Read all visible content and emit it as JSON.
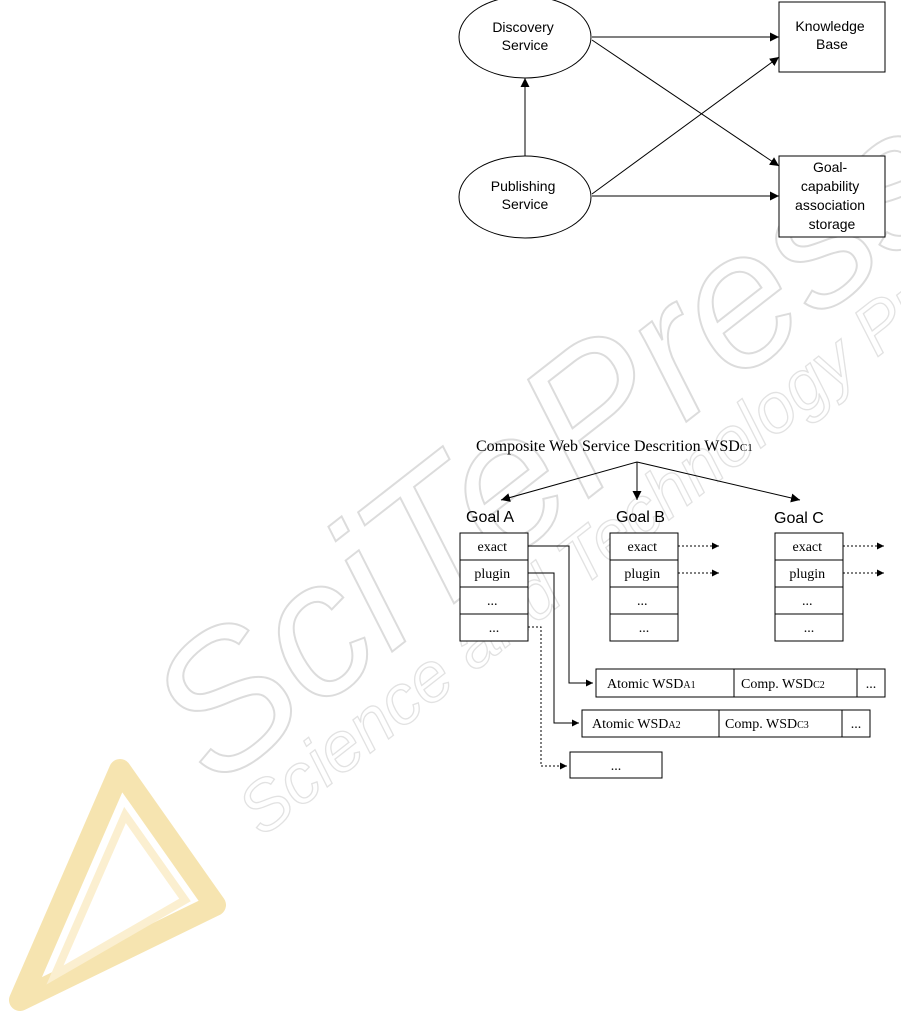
{
  "watermark": {
    "logo_text": "SciTePress",
    "tagline": "Science and Technology Publications"
  },
  "figure1": {
    "nodes": {
      "discovery_service": [
        "Discovery",
        "Service"
      ],
      "publishing_service": [
        "Publishing",
        "Service"
      ],
      "knowledge_base": [
        "Knowledge",
        "Base"
      ],
      "goal_capability_storage": [
        "Goal-",
        "capability",
        "association",
        "storage"
      ]
    }
  },
  "figure2": {
    "title_main": "Composite Web Service Descrition WSD",
    "title_sub": "C1",
    "goals": [
      {
        "label": "Goal A",
        "rows": [
          "exact",
          "plugin",
          "...",
          "..."
        ]
      },
      {
        "label": "Goal B",
        "rows": [
          "exact",
          "plugin",
          "...",
          "..."
        ]
      },
      {
        "label": "Goal C",
        "rows": [
          "exact",
          "plugin",
          "...",
          "..."
        ]
      }
    ],
    "lists": [
      {
        "atomic": "Atomic WSD",
        "atomic_sub": "A1",
        "comp": "Comp. WSD",
        "comp_sub": "C2",
        "more": "..."
      },
      {
        "atomic": "Atomic WSD",
        "atomic_sub": "A2",
        "comp": "Comp. WSD",
        "comp_sub": "C3",
        "more": "..."
      }
    ],
    "extra_list": "..."
  },
  "colors": {
    "stroke": "#000000",
    "watermark_grey": "#d8d8d8",
    "watermark_yellow": "#f6e2a8"
  }
}
